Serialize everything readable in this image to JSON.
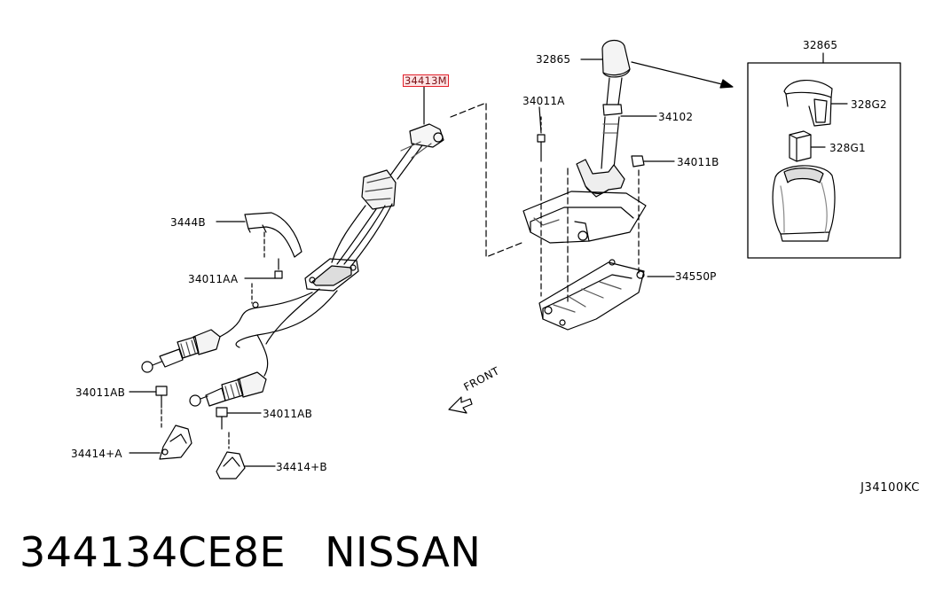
{
  "diagram": {
    "callouts": {
      "highlighted_part": "34413M",
      "knob_top": "32865",
      "inset_title": "32865",
      "inset_cap": "328G2",
      "inset_insert": "328G1",
      "bolt_upper": "34011A",
      "lever": "34102",
      "nut_right": "34011B",
      "bracket_left": "3444B",
      "bolt_aa": "34011AA",
      "base_plate": "34550P",
      "bolt_ab_left": "34011AB",
      "bolt_ab_right": "34011AB",
      "clip_a": "34414+A",
      "clip_b": "34414+B"
    },
    "front_label": "FRONT",
    "drawing_code": "J34100KC"
  },
  "caption": {
    "part_number": "344134CE8E",
    "brand": "NISSAN"
  },
  "colors": {
    "line": "#000000",
    "highlight_border": "#e3202b",
    "highlight_fill": "#fde3e4"
  }
}
